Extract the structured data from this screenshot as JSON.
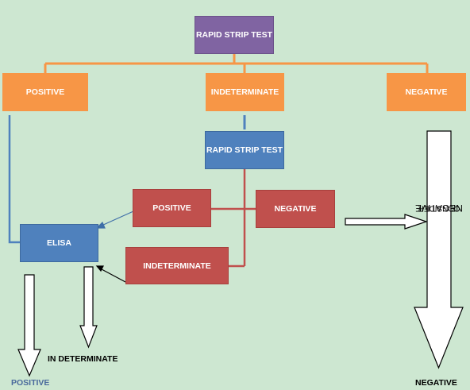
{
  "nodes": {
    "top_test": "RAPID STRIP TEST",
    "positive": "POSITIVE",
    "indeterminate": "INDETERMINATE",
    "negative": "NEGATIVE",
    "second_test": "RAPID STRIP TEST",
    "second_positive": "POSITIVE",
    "second_negative": "NEGATIVE",
    "second_indeterminate": "INDETERMINATE",
    "elisa": "ELISA"
  },
  "labels": {
    "consider_prefix": "CONSIDER",
    "consider_word": "NEGATIVE",
    "out_positive": "POSITIVE",
    "out_indeterminate": "IN DETERMINATE",
    "out_negative": "NEGATIVE"
  },
  "colors": {
    "background": "#cde7d1",
    "purple": "#8064a2",
    "orange": "#f79646",
    "blue": "#4f81bd",
    "red": "#c0504d",
    "positive_text": "#4a6a9c"
  }
}
